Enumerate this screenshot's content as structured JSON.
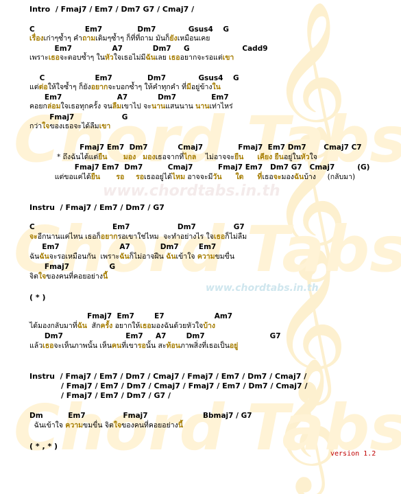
{
  "watermark": {
    "brand": "Chord Tabs",
    "url": "www.chordtabs.in.th"
  },
  "intro": "Intro  / Fmaj7 / Em7 / Dm7 G7 / Cmaj7 /",
  "verse1": {
    "c1": "C                    Em7              Dm7             Gsus4    G",
    "l1a": "เรื่อง",
    "l1b": "เก่าๆซ้ำๆ คำ",
    "l1c": "ถาม",
    "l1d": "เดิมๆซ้ำๆ ก็ที่ที่ถาม มันก็",
    "l1e": "ยัง",
    "l1f": "เหมือนเคย",
    "c2": "          Em7                A7            Dm7     G                     Cadd9",
    "l2a": "เพราะ",
    "l2b": "เธอ",
    "l2c": "จะตอบซ้ำๆ ใน",
    "l2d": "หัว",
    "l2e": "ใจเธอไม่มี",
    "l2f": "ฉัน",
    "l2g": "เลย ",
    "l2h": "เธอ",
    "l2i": "อยากจะรอแต่",
    "l2j": "เขา"
  },
  "verse2": {
    "c1": "    C                    Em7              Dm7             Gsus4    G",
    "l1a": "แต่",
    "l1b": "ต่อ",
    "l1c": "ให้ใจซ้ำๆ ก็ยัง",
    "l1d": "อยาก",
    "l1e": "จะบอกซ้ำๆ ให้คำทุกคำ ที่",
    "l1f": "มี",
    "l1g": "อยู่ข้าง",
    "l1h": "ใน",
    "c2": "      Em7                      A7            Dm7              Em7",
    "l2a": "คอยก",
    "l2b": "ล่อม",
    "l2c": "ใจเธอทุกครั้ง จน",
    "l2d": "ลืม",
    "l2e": "เขาไป จะ",
    "l2f": "นาน",
    "l2g": "แสนนาน ",
    "l2h": "นาน",
    "l2i": "เท่าไหร่",
    "c3": "        Fmaj7                   G",
    "l3a": "กว่า",
    "l3b": "ใจ",
    "l3c": "ของเธอจะได้ลืม",
    "l3d": "เขา"
  },
  "chorus": {
    "c1": "                    Fmaj7 Em7  Dm7            Cmaj7              Fmaj7  Em7 Dm7       Cmaj7 C7",
    "l1a": "            * ถึงฉันได้แต่",
    "l1b": "ยืน",
    "l1c": "       ",
    "l1d": "มอง",
    "l1e": "   ",
    "l1f": "มอง",
    "l1g": "เธอจากที่",
    "l1h": "ไกล",
    "l1i": "    ไม่อาจจะ",
    "l1j": "ยืน",
    "l1k": "      ",
    "l1l": "เคียง",
    "l1m": " ",
    "l1n": "ยืน",
    "l1o": "อยู่ใน",
    "l1p": "หัว",
    "l1q": "ใจ",
    "c2": "                  Fmaj7 Em7  Dm7          Cmaj7          Fmaj7 Em7   Dm7 G7   Cmaj7         (G)",
    "l2a": "           แต่ขอแค่ได้",
    "l2b": "ยืน",
    "l2c": "       ",
    "l2d": "รอ",
    "l2e": "     ",
    "l2f": "รอ",
    "l2g": "เธออยู่ได้",
    "l2h": "ไหม",
    "l2i": " อาจจะมี",
    "l2j": "วัน",
    "l2k": "      ",
    "l2l": "ใด",
    "l2m": "      ",
    "l2n": "ที่",
    "l2o": "เธอ",
    "l2p": "จะ",
    "l2q": "มอง",
    "l2r": "ฉัน",
    "l2s": "บ้าง     (กลับมา)"
  },
  "instru1": "Instru  / Fmaj7 / Em7 / Dm7 / G7",
  "verse3": {
    "c1": "C                               Em7                   Dm7               G7",
    "l1a": "จะ",
    "l1b": "อีกนานแค่ไหน เธอก็",
    "l1c": "อยาก",
    "l1d": "รอเขาใช่ไหม  จะทำอย่างไร ใจ",
    "l1e": "เธอ",
    "l1f": "ก็ไม่ลืม",
    "c2": "     Em7                        A7            Dm7        Em7",
    "l2a": "ฉัน",
    "l2b": "ฉัน",
    "l2c": "จะรอเหมือนกัน  เพราะ",
    "l2d": "ฉัน",
    "l2e": "ก็ไม่อาจฝืน ",
    "l2f": "ฉัน",
    "l2g": "เข้าใจ ",
    "l2h": "ความ",
    "l2i": "ขมขื่น",
    "c3": "      Fmaj7                G",
    "l3a": "จิต",
    "l3b": "ใจ",
    "l3c": "ของคนที่คอยอย่าง",
    "l3d": "นี้",
    "ref": "( * )"
  },
  "bridge": {
    "c1": "                       Fmaj7  Em7        E7                    Am7",
    "l1a": "ได้มองกลับมาที่",
    "l1b": "ฉัน",
    "l1c": "  สัก",
    "l1d": "ครั้ง",
    "l1e": " อยากให้",
    "l1f": "เธอ",
    "l1g": "มองฉันด้วยหัวใจ",
    "l1h": "บ้าง",
    "c2": "      Dm7                         Em7     A7        Dm7                          G7",
    "l2a": "แล้ว",
    "l2b": "เธอ",
    "l2c": "จะเห็นภาพนั้น เห็น",
    "l2d": "คน",
    "l2e": "ที่เขา",
    "l2f": "รอ",
    "l2g": "นั้น สะ",
    "l2h": "ท้อน",
    "l2i": "ภาพสิ่งที่เธอเป็น",
    "l2j": "อยู่"
  },
  "instru2": {
    "l1": "Instru  / Fmaj7 / Em7 / Dm7 / Cmaj7 / Fmaj7 / Em7 / Dm7 / Cmaj7 /",
    "l2": "            / Fmaj7 / Em7 / Dm7 / Cmaj7 / Fmaj7 / Em7 / Dm7 / Cmaj7 /",
    "l3": "            / Fmaj7 / Em7 / Dm7 / G7 /"
  },
  "outro": {
    "c1": "Dm          Em7               Fmaj7                      Bbmaj7 / G7",
    "l1a": "  ฉันเข้าใจ ",
    "l1b": "ความ",
    "l1c": "ขมขื่น จิต",
    "l1d": "ใจ",
    "l1e": "ของคนที่คอยอย่าง",
    "l1f": "นี้",
    "ref": "( * , * )"
  },
  "version": "version 1.2"
}
